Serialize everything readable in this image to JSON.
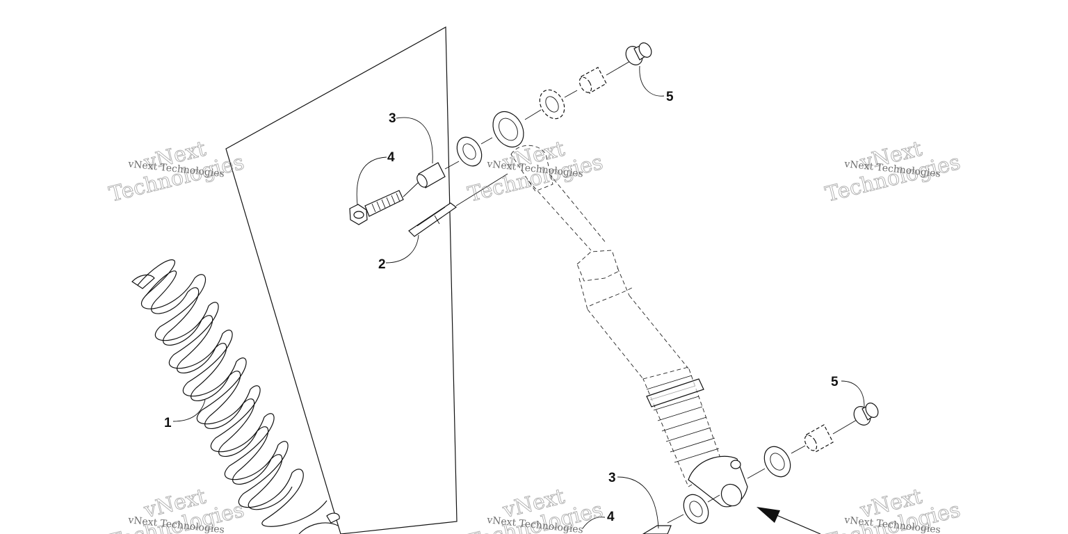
{
  "diagram": {
    "callouts": [
      {
        "label": "1"
      },
      {
        "label": "2"
      },
      {
        "label": "3"
      },
      {
        "label": "4"
      },
      {
        "label": "5"
      },
      {
        "label": "3"
      },
      {
        "label": "4"
      },
      {
        "label": "5"
      }
    ],
    "watermark": {
      "small": "vNext Technologies",
      "large_top": "vNext",
      "large_bottom": "Technologies"
    }
  }
}
